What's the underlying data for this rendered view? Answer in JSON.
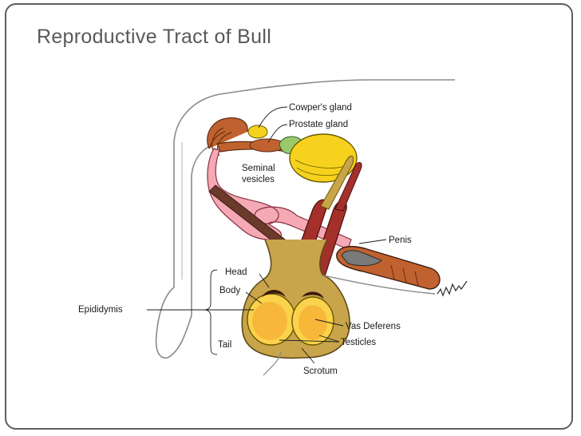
{
  "title": "Reproductive Tract of Bull",
  "labels": {
    "cowpers_gland": "Cowper's gland",
    "prostate_gland": "Prostate gland",
    "seminal_vesicles_line1": "Seminal",
    "seminal_vesicles_line2": "vesicles",
    "penis": "Penis",
    "head": "Head",
    "body": "Body",
    "epididymis": "Epididymis",
    "vas_deferens": "Vas Deferens",
    "tail": "Tail",
    "testicles": "Testicles",
    "scrotum": "Scrotum"
  },
  "colors": {
    "urethra_pink": "#f4a9b4",
    "testis_yellow": "#fbd24b",
    "scrotum_tan": "#c8a44a",
    "muscle_red": "#a4302a",
    "penis_brown": "#c0622f",
    "bladder_yellow": "#f6d21e",
    "outline_gray": "#8a8a8a"
  }
}
